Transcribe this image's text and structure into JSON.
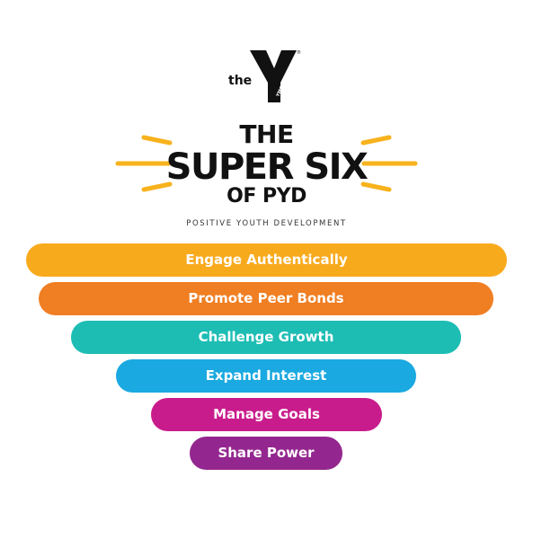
{
  "logo": {
    "prefix": "the",
    "mark": "Y",
    "sub": "YMCA"
  },
  "title": {
    "line1": "THE",
    "line2": "SUPER SIX",
    "line3": "OF PYD",
    "subtitle": "POSITIVE YOUTH DEVELOPMENT"
  },
  "colors": {
    "ray": "#F7B21C"
  },
  "levels": [
    {
      "label": "Engage Authentically",
      "color": "#F8AA1D"
    },
    {
      "label": "Promote Peer Bonds",
      "color": "#F07E22"
    },
    {
      "label": "Challenge Growth",
      "color": "#1DBDB4"
    },
    {
      "label": "Expand Interest",
      "color": "#1AA9E0"
    },
    {
      "label": "Manage Goals",
      "color": "#C91C8C"
    },
    {
      "label": "Share Power",
      "color": "#94278F"
    }
  ]
}
